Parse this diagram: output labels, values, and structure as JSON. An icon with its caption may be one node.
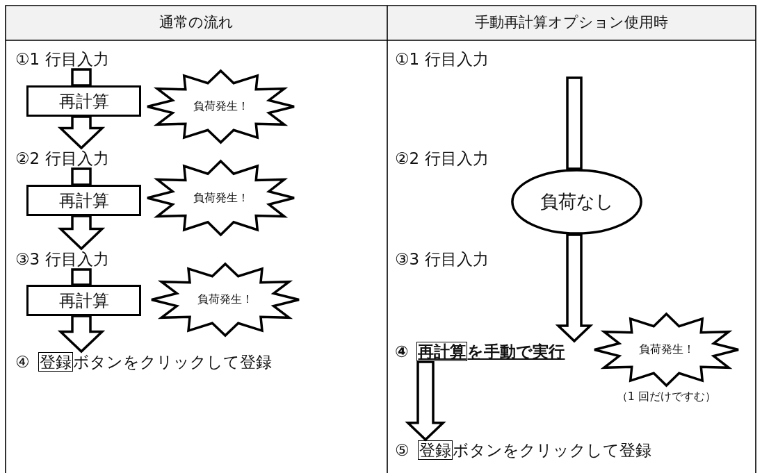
{
  "diagram": {
    "nodes": [
      {
        "text": [
          "①1 行目入力"
        ]
      },
      {
        "text": [
          "再計算"
        ]
      },
      {
        "text": [
          "負荷発生！"
        ]
      },
      {
        "text": [
          "②2 行目入力"
        ]
      },
      {
        "text": [
          "再計算"
        ]
      },
      {
        "text": [
          "負荷発生！"
        ]
      },
      {
        "text": [
          "③3 行目入力"
        ]
      },
      {
        "text": [
          "再計算"
        ]
      },
      {
        "text": [
          "負荷発生！"
        ]
      },
      {
        "text": [
          "④",
          "登録",
          "ボタンをクリックして登録"
        ]
      },
      {
        "text": [
          "①1 行目入力"
        ]
      },
      {
        "text": [
          "②2 行目入力"
        ]
      },
      {
        "text": [
          "③3 行目入力"
        ]
      },
      {
        "text": [
          "負荷なし"
        ]
      },
      {
        "text": [
          "④",
          "再計算",
          "を手動で実行"
        ]
      },
      {
        "text": [
          "負荷発生！"
        ],
        "beside": [
          "（1 回だけですむ）"
        ]
      },
      {
        "text": [
          "⑤",
          "登録",
          "ボタンをクリックして登録"
        ]
      }
    ],
    "edges": [
      {
        "from": 0,
        "to": 1,
        "arrow": "none"
      },
      {
        "from": 1,
        "to": 3,
        "arrow": "to"
      },
      {
        "from": 3,
        "to": 4,
        "arrow": "none"
      },
      {
        "from": 4,
        "to": 6,
        "arrow": "to"
      },
      {
        "from": 6,
        "to": 7,
        "arrow": "none"
      },
      {
        "from": 7,
        "to": 9,
        "arrow": "to"
      },
      {
        "from": null,
        "to": 13,
        "arrow": "none"
      },
      {
        "from": 13,
        "to": 14,
        "arrow": "to"
      },
      {
        "from": 14,
        "to": 16,
        "arrow": "to"
      }
    ],
    "labels": [
      "通常の流れ",
      "手動再計算オプション使用時"
    ]
  }
}
